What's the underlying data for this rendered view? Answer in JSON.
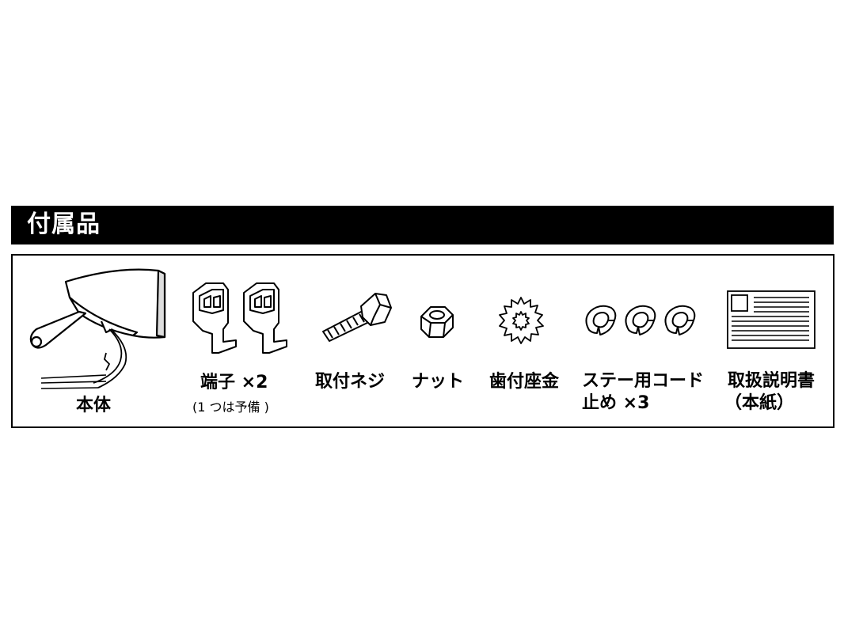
{
  "section": {
    "title": "付属品"
  },
  "items": [
    {
      "label": "本体",
      "icon": "headlight-icon"
    },
    {
      "label": "端子 ×2",
      "note": "(1 つは予備 )",
      "icon": "terminal-icon"
    },
    {
      "label": "取付ネジ",
      "icon": "screw-icon"
    },
    {
      "label": "ナット",
      "icon": "nut-icon"
    },
    {
      "label": "歯付座金",
      "icon": "toothed-washer-icon"
    },
    {
      "label_line1": "ステー用コード",
      "label_line2": "止め ×3",
      "icon": "cord-clip-icon"
    },
    {
      "label_line1": "取扱説明書",
      "label_line2": "（本紙）",
      "icon": "manual-icon"
    }
  ],
  "colors": {
    "ink": "#000000",
    "paper": "#ffffff"
  }
}
